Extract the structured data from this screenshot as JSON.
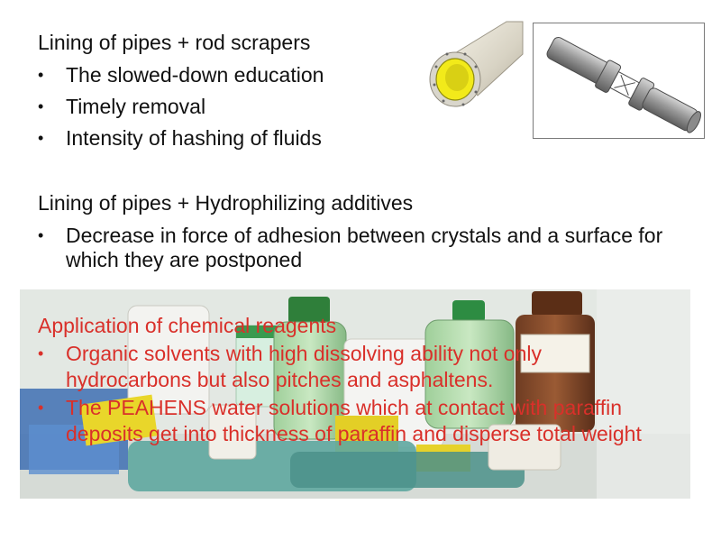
{
  "section1": {
    "heading": "Lining of pipes + rod scrapers",
    "items": [
      "The slowed-down education",
      "Timely removal",
      "Intensity of hashing of fluids"
    ]
  },
  "section2": {
    "heading": "Lining of pipes + Hydrophilizing additives",
    "items": [
      "Decrease in force of adhesion between crystals and a surface for which they are postponed"
    ]
  },
  "section3": {
    "heading": "Application of chemical reagents",
    "items": [
      "Organic solvents with high dissolving ability not only hydrocarbons but also pitches and asphaltens.",
      "The PEAHENS water solutions which at contact with paraffin deposits get into thickness of paraffin and disperse total weight"
    ]
  },
  "bullet_symbol": "•",
  "colors": {
    "text": "#111111",
    "accent_red": "#d9302a",
    "pipe_lining_yellow": "#f2ea1a"
  }
}
